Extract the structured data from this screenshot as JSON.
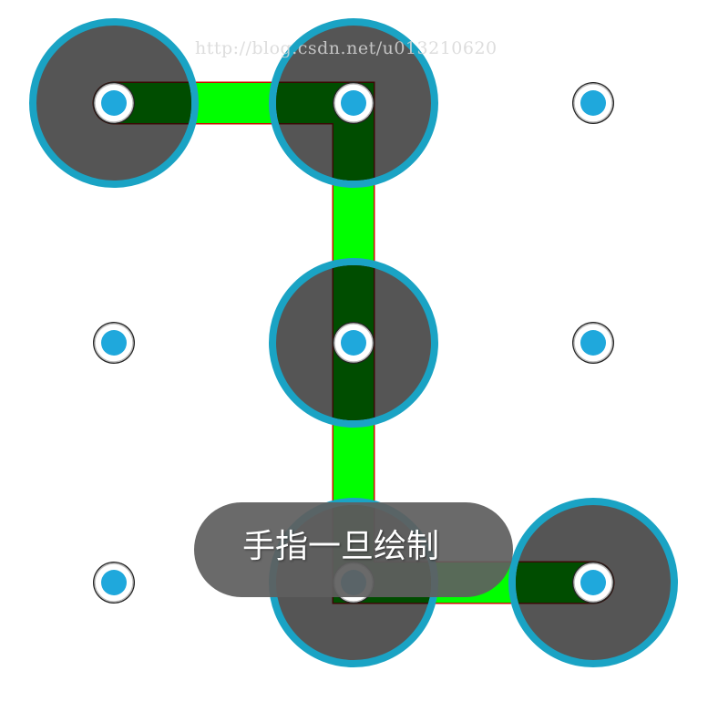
{
  "watermark": "http://blog.csdn.net/u013210620",
  "toast": {
    "message": "手指一旦绘制"
  },
  "pattern": {
    "grid_size": 3,
    "selected_sequence": [
      0,
      1,
      4,
      7,
      8
    ]
  },
  "colors": {
    "selected_fill": "#555555",
    "selected_ring": "#1aa3c4",
    "line_outside": "#00ff00",
    "line_inside": "#004d00",
    "line_border": "#cc1100",
    "dot_center": "#1fa8dc",
    "dot_ring": "#ffffff"
  }
}
